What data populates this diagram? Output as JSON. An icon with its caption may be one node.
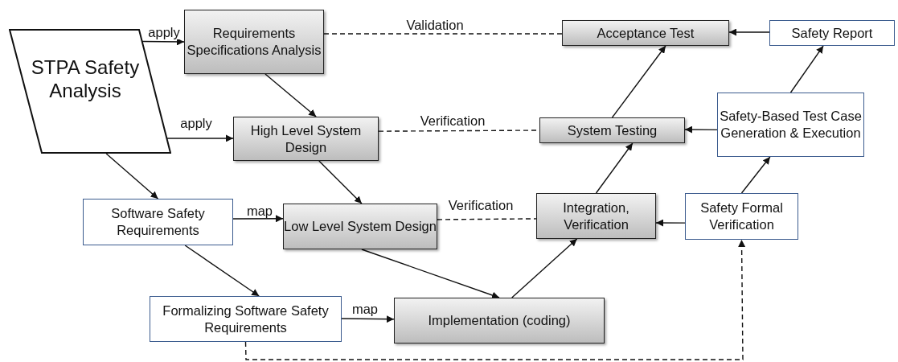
{
  "diagram": {
    "nodes": [
      {
        "text": [
          "STPA Safety Analysis"
        ]
      },
      {
        "text": [
          "Requirements Specifications Analysis"
        ]
      },
      {
        "text": [
          "Acceptance Test"
        ]
      },
      {
        "text": [
          "Safety Report"
        ]
      },
      {
        "text": [
          "High Level System Design"
        ]
      },
      {
        "text": [
          "System Testing"
        ]
      },
      {
        "text": [
          "Safety-Based Test Case Generation & Execution"
        ]
      },
      {
        "text": [
          "Software Safety Requirements"
        ]
      },
      {
        "text": [
          "Low Level System Design"
        ]
      },
      {
        "text": [
          "Integration, Verification"
        ]
      },
      {
        "text": [
          "Safety Formal Verification"
        ]
      },
      {
        "text": [
          "Formalizing Software Safety Requirements"
        ]
      },
      {
        "text": [
          "Implementation (coding)"
        ]
      }
    ],
    "edges": [
      {
        "from": 0,
        "to": 1,
        "arrow": "to",
        "label": "apply"
      },
      {
        "from": 0,
        "to": 4,
        "arrow": "to",
        "label": "apply"
      },
      {
        "from": 0,
        "to": 7,
        "arrow": "to"
      },
      {
        "from": 1,
        "to": 4,
        "arrow": "to"
      },
      {
        "from": 4,
        "to": 8,
        "arrow": "to"
      },
      {
        "from": 8,
        "to": 12,
        "arrow": "to"
      },
      {
        "from": 7,
        "to": 8,
        "arrow": "to",
        "label": "map"
      },
      {
        "from": 7,
        "to": 11,
        "arrow": "to"
      },
      {
        "from": 11,
        "to": 12,
        "arrow": "to",
        "label": "map"
      },
      {
        "from": 12,
        "to": 9,
        "arrow": "to"
      },
      {
        "from": 9,
        "to": 5,
        "arrow": "to"
      },
      {
        "from": 5,
        "to": 2,
        "arrow": "to"
      },
      {
        "from": 3,
        "to": 2,
        "arrow": "to"
      },
      {
        "from": 6,
        "to": 5,
        "arrow": "to"
      },
      {
        "from": 6,
        "to": 3,
        "arrow": "to"
      },
      {
        "from": 10,
        "to": 9,
        "arrow": "to"
      },
      {
        "from": 10,
        "to": 6,
        "arrow": "to"
      },
      {
        "from": 11,
        "to": 10,
        "arrow": "to",
        "style": "dashed"
      },
      {
        "from": 1,
        "to": 2,
        "arrow": "none",
        "style": "dashed",
        "label": "Validation"
      },
      {
        "from": 4,
        "to": 5,
        "arrow": "none",
        "style": "dashed",
        "label": "Verification"
      },
      {
        "from": 8,
        "to": 9,
        "arrow": "none",
        "style": "dashed",
        "label": "Verification"
      }
    ]
  }
}
